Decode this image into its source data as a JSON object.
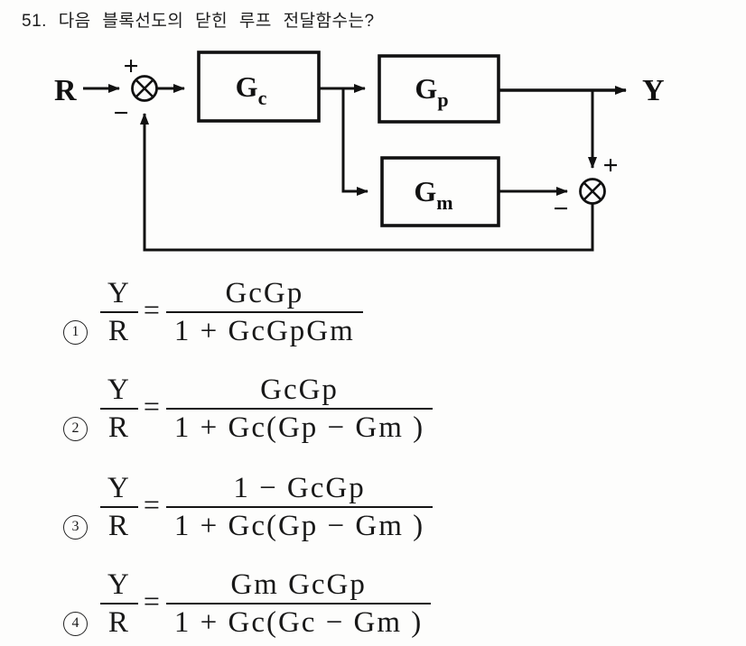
{
  "title": "51. 다음 블록선도의 닫힌 루프 전달함수는?",
  "diagram": {
    "input_label": "R",
    "output_label": "Y",
    "blocks": [
      {
        "id": "Gc",
        "main": "G",
        "sub": "c"
      },
      {
        "id": "Gp",
        "main": "G",
        "sub": "p"
      },
      {
        "id": "Gm",
        "main": "G",
        "sub": "m"
      }
    ],
    "left_sum": {
      "plus": "+",
      "minus": "−"
    },
    "right_sum": {
      "plus": "+",
      "minus": "−"
    }
  },
  "choices": [
    {
      "number": "1",
      "lhs_num": "Y",
      "lhs_den": "R",
      "eq": "=",
      "rhs_num": "GcGp",
      "rhs_den": "1 + GcGpGm"
    },
    {
      "number": "2",
      "lhs_num": "Y",
      "lhs_den": "R",
      "eq": "=",
      "rhs_num": "GcGp",
      "rhs_den": "1 + Gc(Gp − Gm )"
    },
    {
      "number": "3",
      "lhs_num": "Y",
      "lhs_den": "R",
      "eq": "=",
      "rhs_num": "1 − GcGp",
      "rhs_den": "1 + Gc(Gp − Gm )"
    },
    {
      "number": "4",
      "lhs_num": "Y",
      "lhs_den": "R",
      "eq": "=",
      "rhs_num": "Gm GcGp",
      "rhs_den": "1 + Gc(Gc − Gm )"
    }
  ]
}
